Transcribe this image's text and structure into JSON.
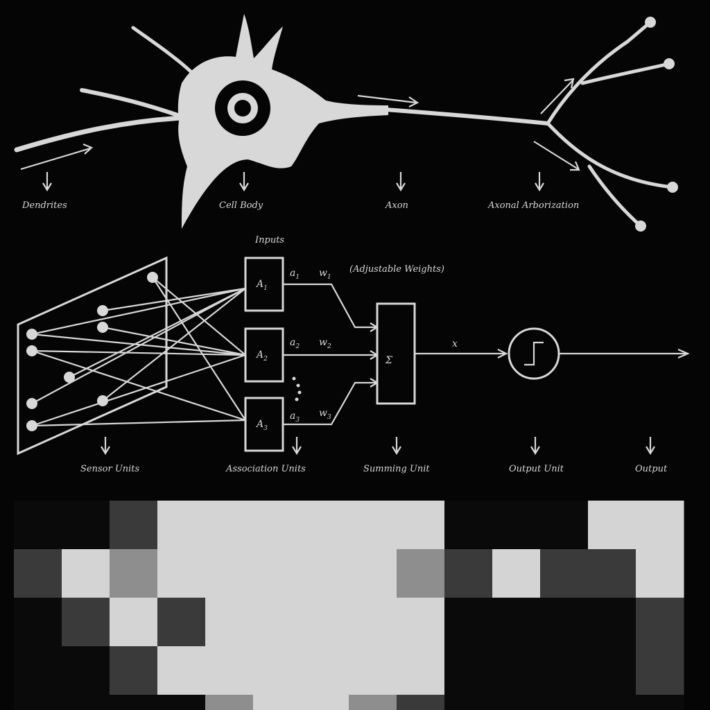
{
  "colors": {
    "background": "#050505",
    "foreground": "#d8d8d8"
  },
  "neuron": {
    "labels": {
      "dendrites": "Dendrites",
      "cell_body": "Cell Body",
      "axon": "Axon",
      "axonal_arborization": "Axonal Arborization"
    }
  },
  "perceptron": {
    "inputs_label": "Inputs",
    "weights_label": "(Adjustable Weights)",
    "units": [
      {
        "name": "A1",
        "main": "A",
        "sub": "1",
        "input": "a",
        "input_sub": "1",
        "weight": "w",
        "weight_sub": "1"
      },
      {
        "name": "A2",
        "main": "A",
        "sub": "2",
        "input": "a",
        "input_sub": "2",
        "weight": "w",
        "weight_sub": "2"
      },
      {
        "name": "A3",
        "main": "A",
        "sub": "3",
        "input": "a",
        "input_sub": "3",
        "weight": "w",
        "weight_sub": "3"
      }
    ],
    "summing_symbol": "Σ",
    "sum_output": "x",
    "labels": {
      "sensor": "Sensor Units",
      "association": "Association Units",
      "summing": "Summing Unit",
      "output_unit": "Output Unit",
      "output": "Output"
    }
  },
  "pixel_grid": {
    "rows": [
      [
        0,
        0,
        1,
        3,
        3,
        3,
        3,
        3,
        3,
        0,
        0,
        0,
        3,
        3
      ],
      [
        1,
        3,
        2,
        3,
        3,
        3,
        3,
        3,
        2,
        1,
        3,
        1,
        1,
        3
      ],
      [
        0,
        1,
        3,
        1,
        3,
        3,
        3,
        3,
        3,
        0,
        0,
        0,
        0,
        1
      ],
      [
        0,
        0,
        1,
        3,
        3,
        3,
        3,
        3,
        3,
        0,
        0,
        0,
        0,
        1
      ],
      [
        0,
        0,
        0,
        0,
        2,
        3,
        3,
        2,
        1,
        0,
        0,
        0,
        0,
        0
      ]
    ]
  }
}
